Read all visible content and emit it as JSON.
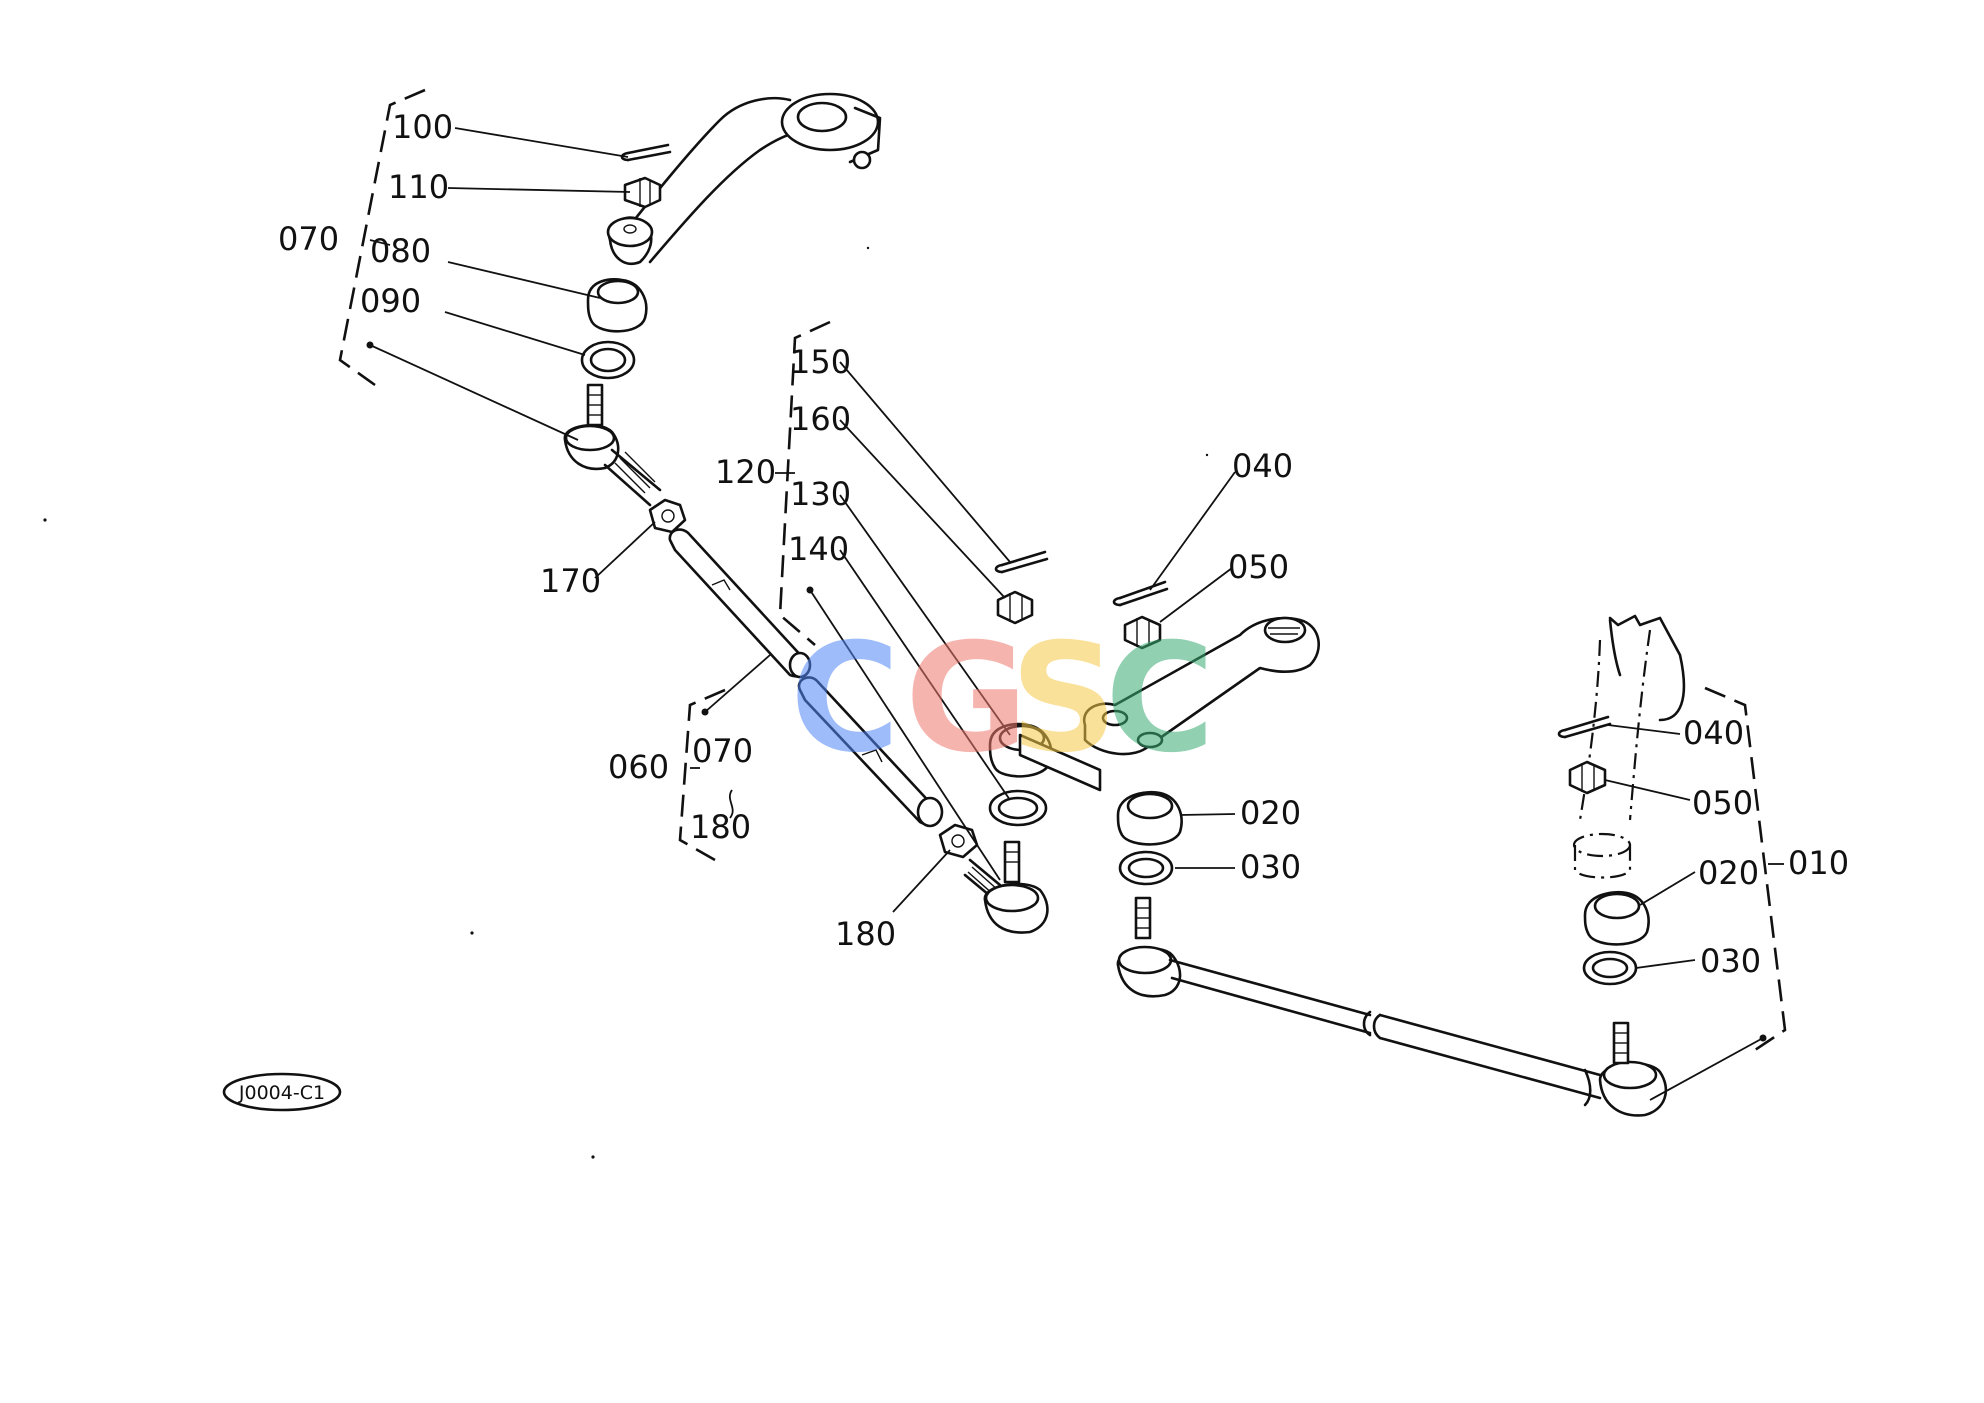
{
  "callouts": {
    "c100": "100",
    "c110": "110",
    "c070_top": "070",
    "c080": "080",
    "c090": "090",
    "c150": "150",
    "c160": "160",
    "c120": "120",
    "c130": "130",
    "c140": "140",
    "c040_mid": "040",
    "c050_mid": "050",
    "c170": "170",
    "c060": "060",
    "c070_group": "070",
    "c180_group": "180",
    "c180": "180",
    "c020_mid": "020",
    "c030_mid": "030",
    "c040_right": "040",
    "c050_right": "050",
    "c020_right": "020",
    "c010": "010",
    "c030_right": "030"
  },
  "reference_code": "J0004-C1",
  "watermark": {
    "letters": [
      "C",
      "G",
      "S",
      "C"
    ],
    "colors": [
      "#4f86f7",
      "#f0776c",
      "#f7c948",
      "#3aab74"
    ]
  }
}
